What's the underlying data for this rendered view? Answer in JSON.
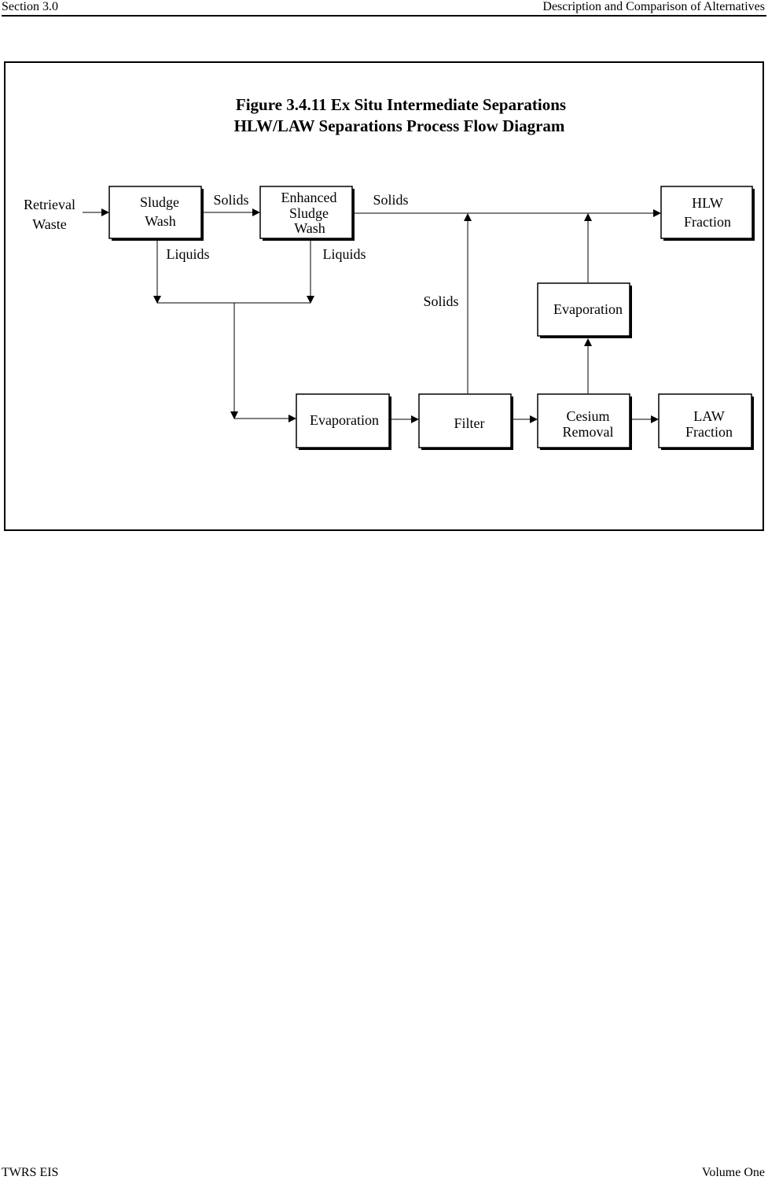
{
  "header": {
    "left": "Section 3.0",
    "right": "Description and Comparison of Alternatives"
  },
  "footer": {
    "left": "TWRS EIS",
    "right": "Volume One"
  },
  "figure": {
    "title_line1": "Figure 3.4.11  Ex Situ Intermediate Separations",
    "title_line2": "HLW/LAW Separations Process Flow Diagram"
  },
  "labels": {
    "retrieval_line1": "Retrieval",
    "retrieval_line2": "Waste",
    "solids_1": "Solids",
    "solids_2": "Solids",
    "solids_3": "Solids",
    "liquids_1": "Liquids",
    "liquids_2": "Liquids"
  },
  "boxes": {
    "sludge_wash": [
      "Sludge",
      "Wash"
    ],
    "enhanced_sludge_wash": [
      "Enhanced",
      "Sludge",
      "Wash"
    ],
    "hlw_fraction": [
      "HLW",
      "Fraction"
    ],
    "evaporation_upper": [
      "Evaporation"
    ],
    "evaporation_lower": [
      "Evaporation"
    ],
    "filter": [
      "Filter"
    ],
    "cesium_removal": [
      "Cesium",
      "Removal"
    ],
    "law_fraction": [
      "LAW",
      "Fraction"
    ]
  }
}
